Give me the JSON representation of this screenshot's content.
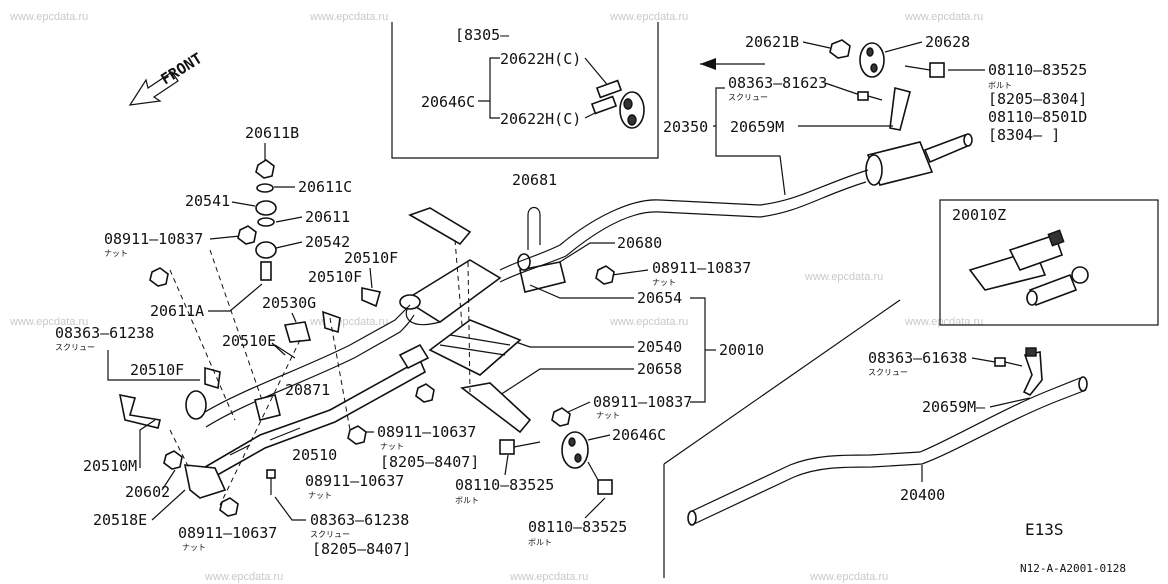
{
  "watermark": "www.epcdata.ru",
  "front_label": "FRONT",
  "model_code": "E13S",
  "diagram_ref": "N12-A-A2001-0128",
  "inset_top_title": "[8305—",
  "inset_right_title": "20010Z",
  "callouts": {
    "p20646C_a": "20646C",
    "p20622H_a": "20622H(C)",
    "p20622H_b": "20622H(C)",
    "p20621B": "20621B",
    "p20628": "20628",
    "p08363_81623": "08363—81623",
    "screw_a": "スクリュー",
    "p08110_83525_a": "08110—83525",
    "bolt_a": "ボルト",
    "range_a": "[8205—8304]",
    "p08110_8501D": "08110—8501D",
    "range_b": "[8304—    ]",
    "p20350": "20350",
    "p20659M_a": "20659M",
    "p20681": "20681",
    "p20680": "20680",
    "p08911_10837_a": "08911—10837",
    "nut_a": "ナット",
    "p20654": "20654",
    "p20540": "20540",
    "p20010": "20010",
    "p20658": "20658",
    "p08911_10837_b": "08911—10837",
    "nut_b": "ナット",
    "p20646C_b": "20646C",
    "p08110_83525_b": "08110—83525",
    "bolt_b": "ボルト",
    "p08110_83525_c": "08110—83525",
    "bolt_c": "ボルト",
    "p20611B": "20611B",
    "p20611C": "20611C",
    "p20541": "20541",
    "p20611": "20611",
    "p20542": "20542",
    "p08911_10837_c": "08911—10837",
    "nut_c": "ナット",
    "p20510F_a": "20510F",
    "p20510F_b": "20510F",
    "p20611A": "20611A",
    "p20530G": "20530G",
    "p08363_61238_a": "08363—61238",
    "screw_b": "スクリュー",
    "p20510E": "20510E",
    "p20510F_c": "20510F",
    "p20871": "20871",
    "p08911_10637_a": "08911—10637",
    "nut_d": "ナット",
    "range_c": "[8205—8407]",
    "p20510M": "20510M",
    "p20602": "20602",
    "p20510": "20510",
    "p08911_10637_b": "08911—10637",
    "nut_e": "ナット",
    "p20518E": "20518E",
    "p08911_10637_c": "08911—10637",
    "nut_f": "ナット",
    "p08363_61238_b": "08363—61238",
    "screw_c": "スクリュー",
    "range_d": "[8205—8407]",
    "p08363_61638": "08363—61638",
    "screw_d": "スクリュー",
    "p20659M_b": "20659M—",
    "p20400": "20400"
  }
}
